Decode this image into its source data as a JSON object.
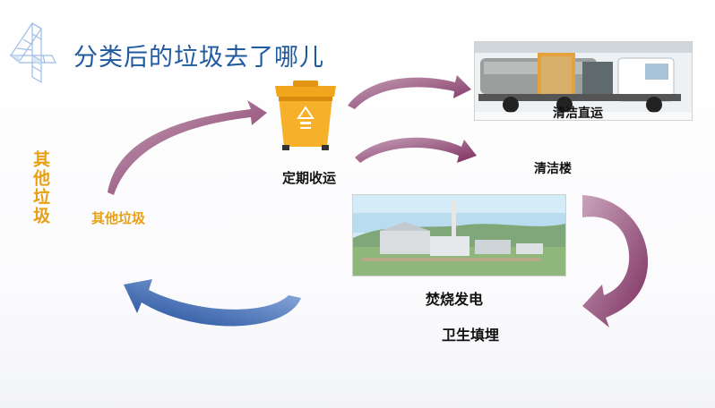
{
  "slide": {
    "title": "分类后的垃圾去了哪儿",
    "category_vertical": "其他垃圾",
    "category_label": "其他垃圾",
    "collection_label": "定期收运",
    "truck_label": "清洁直运",
    "station_label": "清洁楼",
    "incineration_label": "焚烧发电",
    "landfill_label": "卫生填埋"
  },
  "icons": {
    "logo": "geometric-number-4-logo-icon",
    "bin": "orange-trash-bin-icon",
    "truck": "garbage-truck-photo",
    "plant": "power-plant-photo"
  },
  "colors": {
    "title": "#1f5aa0",
    "accent_orange": "#e8a117",
    "arrow_purple": "#8a3d6a",
    "arrow_blue": "#2d5aa8"
  }
}
